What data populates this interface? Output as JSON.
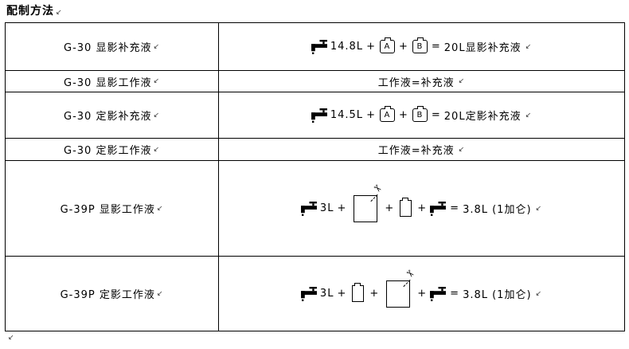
{
  "title": "配制方法",
  "paragraph_mark": "↙",
  "symbols": {
    "plus": "+",
    "equals": "=",
    "scissors": "✂"
  },
  "table": {
    "rows": [
      {
        "label": "G-30 显影补充液",
        "water": "14.8L",
        "bottle_a": "A",
        "bottle_b": "B",
        "result": "20L显影补充液"
      },
      {
        "label": "G-30 显影工作液",
        "text": "工作液=补充液"
      },
      {
        "label": "G-30 定影补充液",
        "water": "14.5L",
        "bottle_a": "A",
        "bottle_b": "B",
        "result": "20L定影补充液"
      },
      {
        "label": "G-30 定影工作液",
        "text": "工作液=补充液"
      },
      {
        "label": "G-39P 显影工作液",
        "water": "3L",
        "result": "3.8L (1加仑)"
      },
      {
        "label": "G-39P 定影工作液",
        "water": "3L",
        "result": "3.8L (1加仑)"
      }
    ]
  }
}
